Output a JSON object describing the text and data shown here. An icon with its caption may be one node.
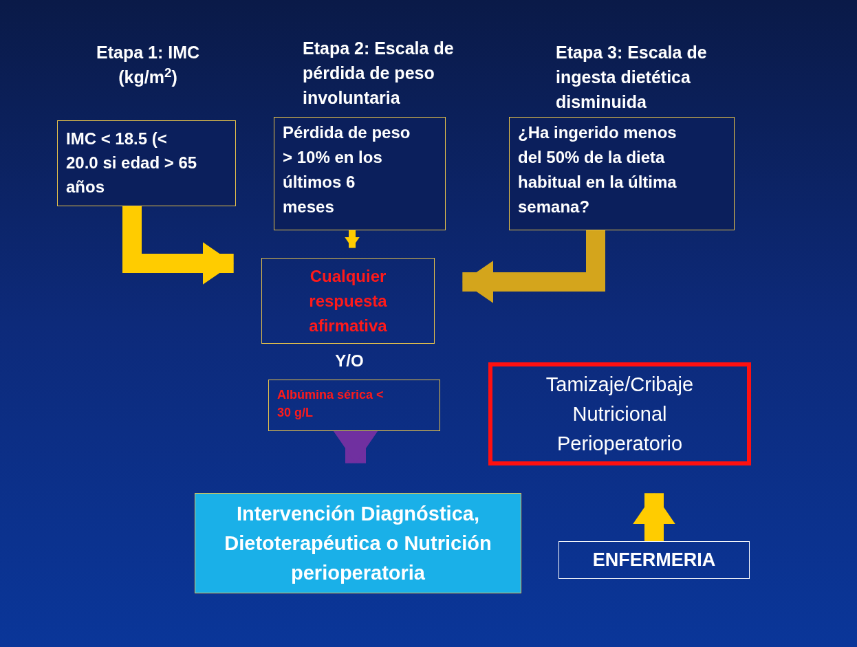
{
  "diagram": {
    "nodes": [
      {
        "text": [
          "Etapa 1:  IMC (kg/m$^{2}$)",
          "IMC < 18.5 (< 20.0 si edad > 65 años"
        ]
      },
      {
        "text": [
          "Etapa 2:  Escala de pérdida de peso involuntaria",
          "Pérdida de peso > 10% en los últimos 6 meses"
        ]
      },
      {
        "text": [
          "Etapa 3:  Escala de ingesta dietética disminuida",
          "¿Ha ingerido menos del 50% de la dieta habitual en la última semana?"
        ]
      },
      {
        "text": [
          "Cualquier respuesta afirmativa"
        ]
      },
      {
        "text": [
          "Albúmina sérica < 30 g/L"
        ]
      },
      {
        "text": [
          "Intervención Diagnóstica, Dietoterapéutica o Nutrición perioperatoria"
        ]
      },
      {
        "text": [
          "Tamizaje/Cribaje Nutricional Perioperatorio"
        ]
      },
      {
        "text": [
          "ENFERMERIA"
        ]
      }
    ],
    "edges": [
      {
        "from": 0,
        "to": 3,
        "arrow": "to"
      },
      {
        "from": 1,
        "to": 3,
        "arrow": "to"
      },
      {
        "from": 2,
        "to": 3,
        "arrow": "to",
        "color": "#d4a51c"
      },
      {
        "from": 4,
        "to": 5,
        "arrow": "to",
        "color": "#7030a0"
      },
      {
        "from": 7,
        "to": 6,
        "arrow": "to"
      }
    ],
    "labels": [
      "Y/O"
    ]
  }
}
